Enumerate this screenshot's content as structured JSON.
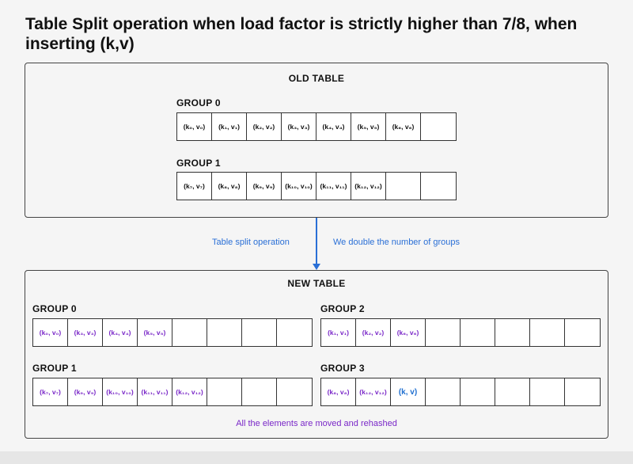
{
  "title": "Table Split operation when load factor is strictly higher than 7/8, when inserting (k,v)",
  "colors": {
    "arrow": "#2a6fd6",
    "moved": "#7a28c8",
    "new_entry": "#1f6fd0"
  },
  "old_table": {
    "label": "OLD TABLE",
    "groups": [
      {
        "label": "GROUP 0",
        "slots": [
          "(k₀, v₀)",
          "(k₁, v₁)",
          "(k₂, v₂)",
          "(k₃, v₃)",
          "(k₄, v₄)",
          "(k₅, v₅)",
          "(k₆, v₆)",
          ""
        ]
      },
      {
        "label": "GROUP 1",
        "slots": [
          "(k₇, v₇)",
          "(k₈, v₈)",
          "(k₉, v₉)",
          "(k₁₀, v₁₀)",
          "(k₁₁, v₁₁)",
          "(k₁₂, v₁₂)",
          "",
          ""
        ]
      }
    ]
  },
  "operation": {
    "left_label": "Table split operation",
    "right_label": "We double the number of groups"
  },
  "new_table": {
    "label": "NEW TABLE",
    "groups": [
      {
        "label": "GROUP 0",
        "slots": [
          "(k₀, v₀)",
          "(k₃, v₃)",
          "(k₄, v₄)",
          "(k₅, v₅)",
          "",
          "",
          "",
          ""
        ]
      },
      {
        "label": "GROUP 2",
        "slots": [
          "(k₁, v₁)",
          "(k₂, v₂)",
          "(k₆, v₆)",
          "",
          "",
          "",
          "",
          ""
        ]
      },
      {
        "label": "GROUP 1",
        "slots": [
          "(k₇, v₇)",
          "(k₉, v₉)",
          "(k₁₀, v₁₀)",
          "(k₁₁, v₁₁)",
          "(k₁₂, v₁₂)",
          "",
          "",
          ""
        ]
      },
      {
        "label": "GROUP 3",
        "slots": [
          "(k₈, v₈)",
          "(k₁₂, v₁₂)",
          "(k, v)",
          "",
          "",
          "",
          "",
          ""
        ]
      }
    ],
    "note": "All the elements are moved and rehashed"
  }
}
